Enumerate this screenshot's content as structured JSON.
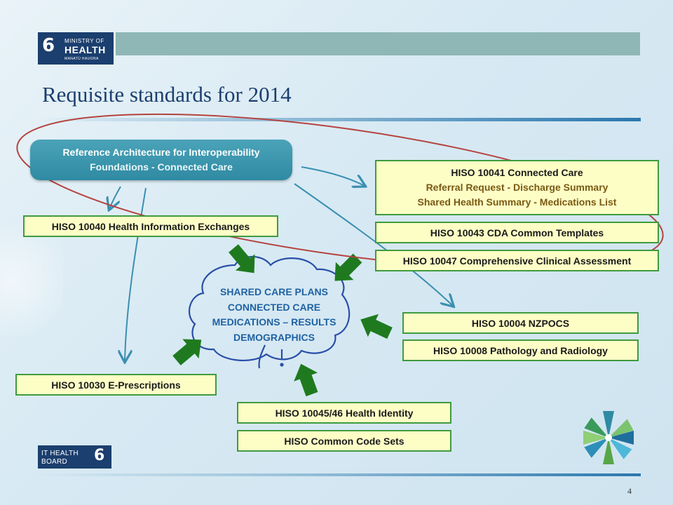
{
  "logos": {
    "ministry": {
      "line1": "MINISTRY OF",
      "line2": "HEALTH",
      "line3": "MANATŪ HAUORA"
    },
    "it_health_board": {
      "line1": "IT HEALTH",
      "line2": "BOARD"
    }
  },
  "slide": {
    "title": "Requisite standards for 2014",
    "page_number": "4"
  },
  "reference_architecture": {
    "line1": "Reference Architecture for Interoperability",
    "line2": "Foundations - Connected Care"
  },
  "standards": {
    "hie": "HISO 10040 Health Information Exchanges",
    "connected_care": {
      "title": "HISO 10041 Connected Care",
      "line2": "Referral Request - Discharge Summary",
      "line3": "Shared Health Summary - Medications List"
    },
    "cda": "HISO 10043 CDA Common Templates",
    "assessment": "HISO 10047 Comprehensive Clinical Assessment",
    "nzpocs": "HISO 10004 NZPOCS",
    "pathology": "HISO 10008 Pathology and Radiology",
    "eprescriptions": "HISO 10030 E-Prescriptions",
    "identity": "HISO 10045/46 Health Identity",
    "code_sets": "HISO Common Code Sets"
  },
  "cloud": {
    "line1": "SHARED CARE PLANS",
    "line2": "CONNECTED CARE",
    "line3": "MEDICATIONS – RESULTS",
    "line4": "DEMOGRAPHICS"
  },
  "colors": {
    "navy": "#1b3f6e",
    "teal_box": "#2f8aa3",
    "standard_fill": "#fdfdc6",
    "standard_border": "#3f9b3f",
    "highlight_ellipse": "#b5433f",
    "green_arrow": "#1f7a1f",
    "blue_arrow": "#3a8fb0"
  },
  "icons": [
    "ministry-logo-icon",
    "it-health-board-logo-icon",
    "star-flower-logo-icon",
    "green-arrow-icon"
  ]
}
